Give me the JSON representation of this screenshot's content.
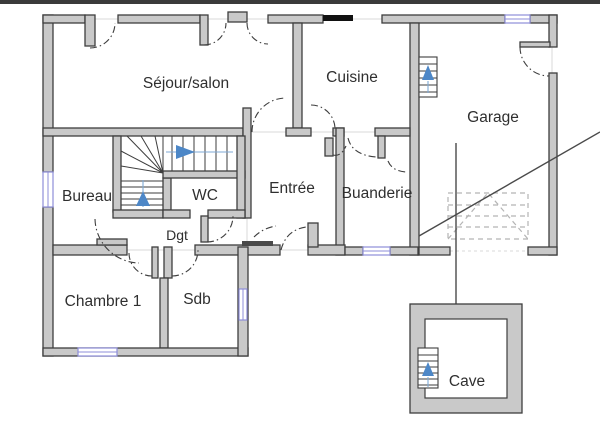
{
  "rooms": [
    {
      "id": "sejour-salon",
      "label": "Séjour/salon"
    },
    {
      "id": "cuisine",
      "label": "Cuisine"
    },
    {
      "id": "garage",
      "label": "Garage"
    },
    {
      "id": "bureau",
      "label": "Bureau"
    },
    {
      "id": "wc",
      "label": "WC"
    },
    {
      "id": "entree",
      "label": "Entrée"
    },
    {
      "id": "buanderie",
      "label": "Buanderie"
    },
    {
      "id": "dgt",
      "label": "Dgt"
    },
    {
      "id": "chambre1",
      "label": "Chambre 1"
    },
    {
      "id": "sdb",
      "label": "Sdb"
    },
    {
      "id": "cave",
      "label": "Cave"
    }
  ],
  "colors": {
    "wall_fill": "#c9c9c9",
    "wall_outline": "#3e3e3e",
    "window_accent": "#8e8ed8",
    "stair_arrow_blue": "#4d87c7",
    "hidden_stair_gray": "#b5b5b5",
    "annotation_line": "#4a4a4a",
    "label_text": "#2f2f2f",
    "chimney_black": "#111111",
    "top_strip": "#3a3a3a"
  }
}
